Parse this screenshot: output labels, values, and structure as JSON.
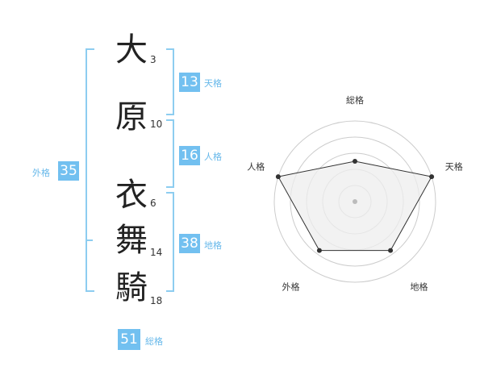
{
  "name": [
    {
      "char": "大",
      "strokes": "3"
    },
    {
      "char": "原",
      "strokes": "10"
    },
    {
      "char": "衣",
      "strokes": "6"
    },
    {
      "char": "舞",
      "strokes": "14"
    },
    {
      "char": "騎",
      "strokes": "18"
    }
  ],
  "fortunes": {
    "tenkaku": {
      "value": "13",
      "label": "天格"
    },
    "jinkaku": {
      "value": "16",
      "label": "人格"
    },
    "chikaku": {
      "value": "38",
      "label": "地格"
    },
    "gaikaku": {
      "value": "35",
      "label": "外格"
    },
    "soukaku": {
      "value": "51",
      "label": "総格"
    }
  },
  "chart_data": {
    "type": "radar",
    "axes": [
      "総格",
      "天格",
      "地格",
      "外格",
      "人格"
    ],
    "values": [
      0.5,
      1.0,
      0.75,
      0.75,
      1.0
    ],
    "range": [
      0,
      1
    ],
    "rings": 5,
    "colors": {
      "fill": "#eeeeee",
      "line": "#333333",
      "ring": "#cccccc",
      "point": "#333333"
    }
  }
}
